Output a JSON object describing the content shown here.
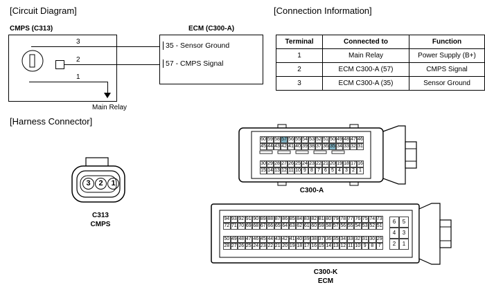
{
  "sections": {
    "circuit_diagram": "[Circuit Diagram]",
    "connection_information": "[Connection Information]",
    "harness_connector": "[Harness Connector]"
  },
  "circuit": {
    "cmps_title": "CMPS (C313)",
    "ecm_title": "ECM (C300-A)",
    "pin3": "3",
    "pin2": "2",
    "pin1": "1",
    "ecm_pin35": "35 - Sensor Ground",
    "ecm_pin57": "57 -  CMPS Signal",
    "main_relay": "Main Relay"
  },
  "table": {
    "headers": [
      "Terminal",
      "Connected to",
      "Function"
    ],
    "rows": [
      [
        "1",
        "Main Relay",
        "Power Supply (B+)"
      ],
      [
        "2",
        "ECM C300-A (57)",
        "CMPS Signal"
      ],
      [
        "3",
        "ECM C300-A (35)",
        "Sensor Ground"
      ]
    ]
  },
  "c313": {
    "pins": [
      "3",
      "2",
      "1"
    ],
    "label1": "C313",
    "label2": "CMPS"
  },
  "c300a": {
    "label": "C300-A",
    "row1": [
      "60",
      "59",
      "58",
      "57",
      "56",
      "55",
      "54",
      "53",
      "52",
      "51",
      "50",
      "49",
      "48",
      "47",
      "46"
    ],
    "row2": [
      "45",
      "44",
      "43",
      "42",
      "41",
      "40",
      "39",
      "38",
      "37",
      "36",
      "35",
      "34",
      "33",
      "32",
      "31"
    ],
    "row3": [
      "30",
      "29",
      "28",
      "27",
      "26",
      "25",
      "24",
      "23",
      "22",
      "21",
      "20",
      "19",
      "18",
      "17",
      "16"
    ],
    "row4": [
      "15",
      "14",
      "13",
      "12",
      "11",
      "10",
      "9",
      "8",
      "7",
      "6",
      "5",
      "4",
      "3",
      "2",
      "1"
    ],
    "highlight": [
      "57",
      "35"
    ]
  },
  "c300k": {
    "label1": "C300-K",
    "label2": "ECM",
    "row1": [
      "94",
      "93",
      "92",
      "91",
      "90",
      "89",
      "88",
      "87",
      "86",
      "85",
      "84",
      "83",
      "82",
      "81",
      "80",
      "79",
      "78",
      "77",
      "76",
      "75",
      "74",
      "73"
    ],
    "row2": [
      "72",
      "71",
      "70",
      "69",
      "68",
      "67",
      "66",
      "65",
      "64",
      "63",
      "62",
      "61",
      "60",
      "59",
      "58",
      "57",
      "56",
      "55",
      "54",
      "53",
      "52",
      "51"
    ],
    "row3": [
      "50",
      "49",
      "48",
      "47",
      "46",
      "45",
      "44",
      "43",
      "42",
      "41",
      "40",
      "39",
      "38",
      "37",
      "36",
      "35",
      "34",
      "33",
      "32",
      "31",
      "30",
      "29"
    ],
    "row4": [
      "28",
      "27",
      "26",
      "25",
      "24",
      "23",
      "22",
      "21",
      "20",
      "19",
      "18",
      "17",
      "16",
      "15",
      "14",
      "13",
      "12",
      "11",
      "10",
      "9",
      "8",
      "7"
    ],
    "side_pins": [
      [
        "6",
        "5"
      ],
      [
        "4",
        "3"
      ],
      [
        "2",
        "1"
      ]
    ]
  }
}
